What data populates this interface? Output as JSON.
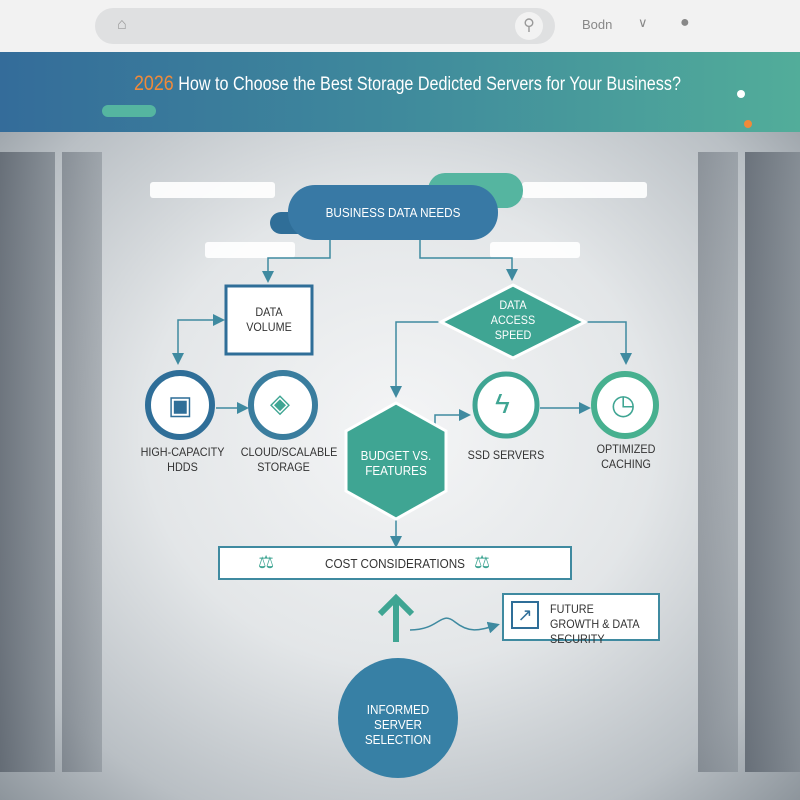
{
  "browser": {
    "user_label": "Bodn",
    "icons": [
      "home-icon",
      "search-icon",
      "chevron-icon",
      "user-icon"
    ]
  },
  "banner": {
    "year": "2026",
    "title": "How to Choose the Best Storage Dedicted Servers for Your Business?"
  },
  "diagram": {
    "top": "BUSINESS DATA NEEDS",
    "volume": "DATA VOLUME",
    "speed": "DATA ACCESS SPEED",
    "hdd": "HIGH-CAPACITY HDDS",
    "cloud": "CLOUD/SCALABLE STORAGE",
    "budget": "BUDGET VS. FEATURES",
    "ssd": "SSD SERVERS",
    "cache": "OPTIMIZED CACHING",
    "cost": "COST CONSIDERATIONS",
    "growth": "FUTURE GROWTH & DATA SECURITY",
    "final": "INFORMED SERVER SELECTION"
  },
  "colors": {
    "blue": "#2f6e98",
    "teal": "#3fa593",
    "orange": "#f08a3a"
  }
}
